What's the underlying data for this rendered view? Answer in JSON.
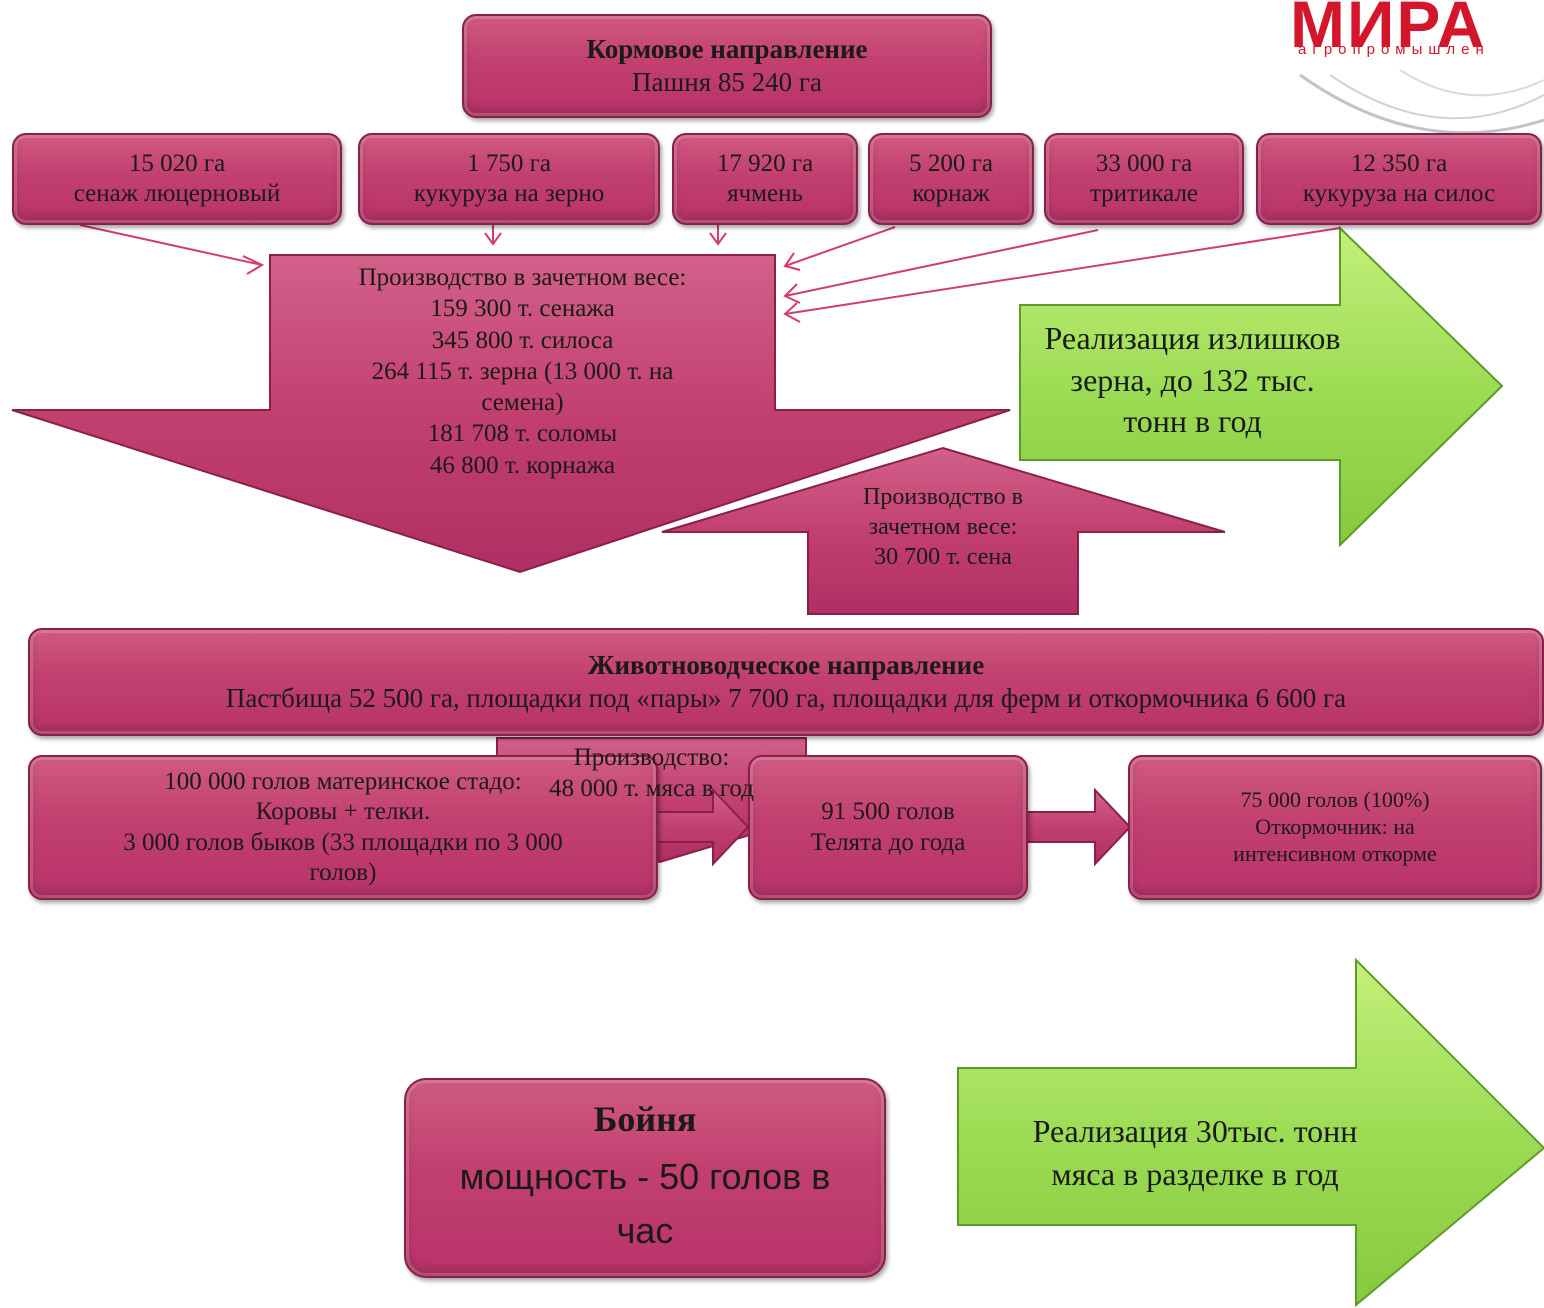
{
  "logo": {
    "title": "МИРА",
    "subtitle": "агропромышлен"
  },
  "feed": {
    "title": "Кормовое направление",
    "subtitle": "Пашня 85 240 га"
  },
  "crops": [
    {
      "area": "15 020 га",
      "name": "сенаж люцерновый"
    },
    {
      "area": "1 750 га",
      "name": "кукуруза на зерно"
    },
    {
      "area": "17 920 га",
      "name": "ячмень"
    },
    {
      "area": "5 200 га",
      "name": "корнаж"
    },
    {
      "area": "33 000 га",
      "name": "тритикале"
    },
    {
      "area": "12 350 га",
      "name": "кукуруза на силос"
    }
  ],
  "feed_production": {
    "lines": [
      "Производство в зачетном весе:",
      "159 300 т. сенажа",
      "345 800 т. силоса",
      "264 115 т. зерна (13 000 т. на",
      "семена)",
      "181 708 т. соломы",
      "46 800 т. корнажа"
    ]
  },
  "hay_production": {
    "lines": [
      "Производство в",
      "зачетном весе:",
      "30 700 т. сена"
    ]
  },
  "grain_sale": {
    "lines": [
      "Реализация излишков",
      "зерна, до 132 тыс.",
      "тонн в год"
    ]
  },
  "livestock": {
    "title": "Животноводческое направление",
    "subtitle": "Пастбища 52 500 га, площадки под «пары» 7 700 га, площадки для ферм и откормочника 6 600 га"
  },
  "herd": {
    "lines": [
      "100 000 голов материнское стадо:",
      "Коровы + телки.",
      "3 000 голов быков (33 площадки по 3 000",
      "голов)"
    ]
  },
  "calves": {
    "lines": [
      "91 500 голов",
      "Телята до года"
    ]
  },
  "fattening": {
    "lines": [
      "75 000 голов (100%)",
      "Откормочник: на",
      "интенсивном откорме"
    ]
  },
  "meat_production": {
    "lines": [
      "Производство:",
      "48 000 т. мяса в год"
    ]
  },
  "slaughter": {
    "title": "Бойня",
    "lines": [
      "мощность - 50 голов в",
      "час"
    ]
  },
  "meat_sale": {
    "lines": [
      "Реализация 30тыс. тонн",
      "мяса в разделке в год"
    ]
  },
  "colors": {
    "magenta": "#c2406f",
    "magenta_dark": "#8a1f4a",
    "green": "#9ddc55",
    "green_dark": "#5e9a2a",
    "arrow_line": "#d23c6e",
    "logo_red": "#d3162a"
  }
}
